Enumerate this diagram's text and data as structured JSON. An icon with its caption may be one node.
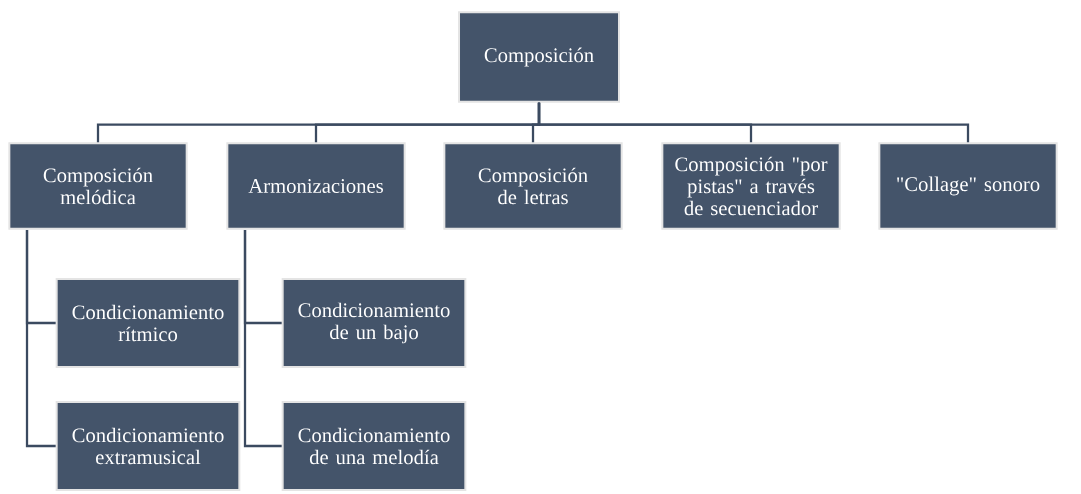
{
  "diagram": {
    "nodes": [
      {
        "text": [
          "Composición"
        ]
      },
      {
        "text": [
          "Composición melódica"
        ]
      },
      {
        "text": [
          "Armonizaciones"
        ]
      },
      {
        "text": [
          "Composición de letras"
        ]
      },
      {
        "text": [
          "Composición \"por pistas\" a través de secuenciador"
        ]
      },
      {
        "text": [
          "\"Collage\" sonoro"
        ]
      },
      {
        "text": [
          "Condicionamiento rítmico"
        ]
      },
      {
        "text": [
          "Condicionamiento de un bajo"
        ]
      },
      {
        "text": [
          "Condicionamiento extramusical"
        ]
      },
      {
        "text": [
          "Condicionamiento de una melodía"
        ]
      }
    ],
    "edges": [
      {
        "from": 0,
        "to": 1,
        "arrow": "none"
      },
      {
        "from": 0,
        "to": 2,
        "arrow": "none"
      },
      {
        "from": 0,
        "to": 3,
        "arrow": "none"
      },
      {
        "from": 0,
        "to": 4,
        "arrow": "none"
      },
      {
        "from": 0,
        "to": 5,
        "arrow": "none"
      },
      {
        "from": 1,
        "to": 6,
        "arrow": "none"
      },
      {
        "from": 1,
        "to": 8,
        "arrow": "none"
      },
      {
        "from": 2,
        "to": 7,
        "arrow": "none"
      },
      {
        "from": 2,
        "to": 9,
        "arrow": "none"
      }
    ]
  }
}
